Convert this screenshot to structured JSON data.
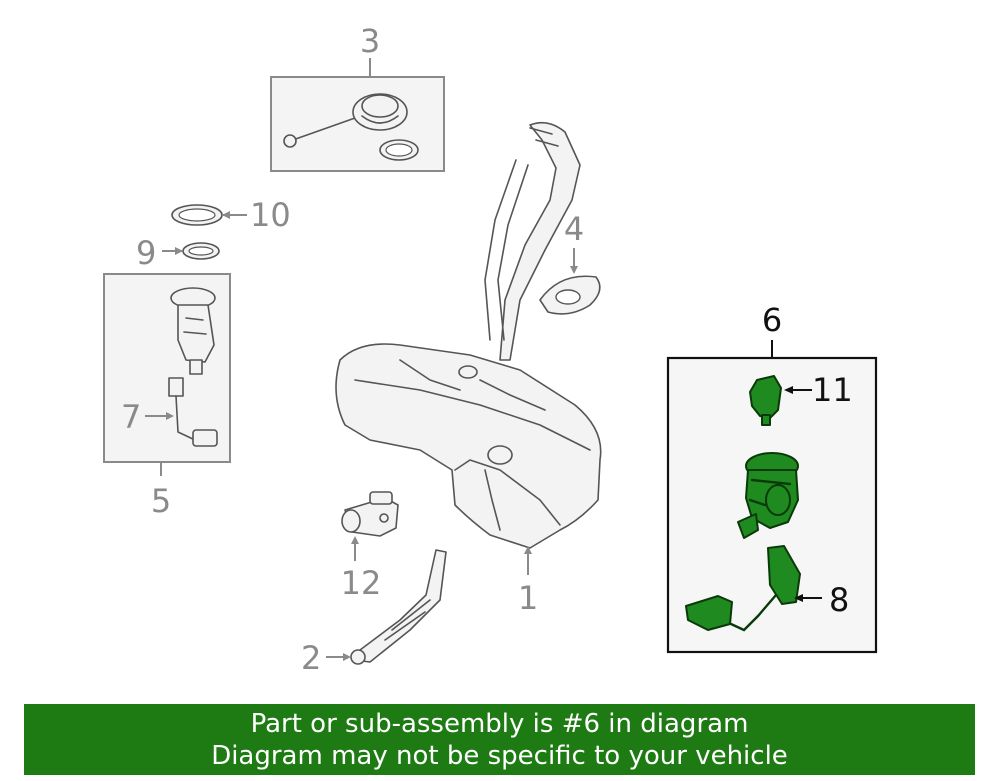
{
  "callouts": {
    "c1": "1",
    "c2": "2",
    "c3": "3",
    "c4": "4",
    "c5": "5",
    "c6": "6",
    "c7": "7",
    "c8": "8",
    "c9": "9",
    "c10": "10",
    "c11": "11",
    "c12": "12"
  },
  "banner": {
    "line1": "Part or sub-assembly is #6 in diagram",
    "line2": "Diagram may not be specific to your vehicle"
  },
  "colors": {
    "highlight": "#1f8a1f",
    "banner_bg": "#1e7b14",
    "callout_gray": "#8a8a8a"
  }
}
